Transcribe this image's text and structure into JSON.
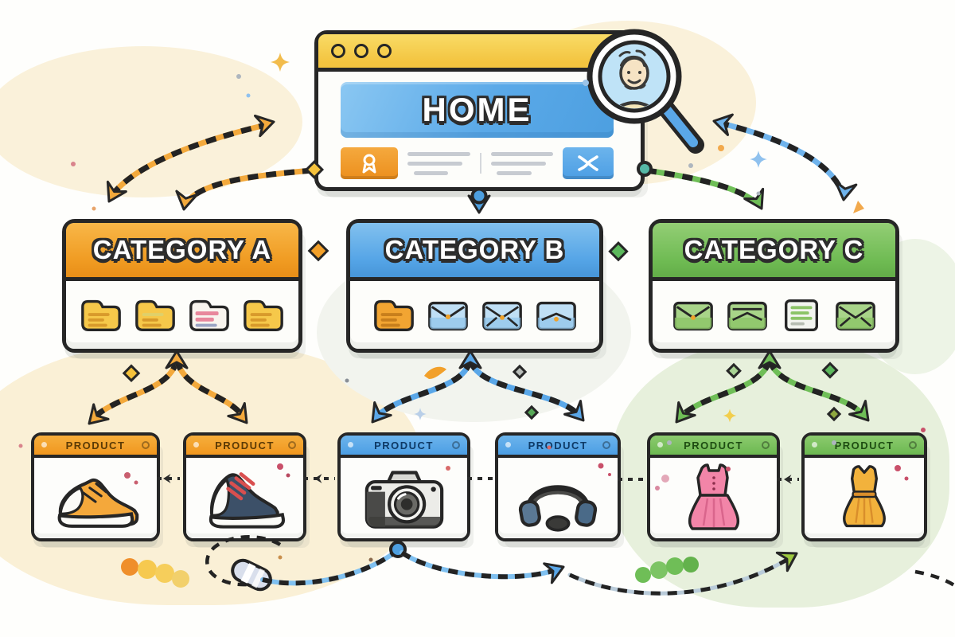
{
  "illustration": {
    "kind": "website-sitemap-cartoon",
    "home": {
      "label": "HOME",
      "window_dots": 3,
      "toolbar": {
        "left_tile_icon": "user-badge-icon",
        "right_tile_icon": "crossed-arrows-icon",
        "placeholder_line_groups": 2
      },
      "magnifier": {
        "icon": "magnifying-glass-icon",
        "content": "person-face-illustration"
      }
    },
    "categories": [
      {
        "label": "CATEGORY A",
        "theme": "orange",
        "accent": "#F09B22",
        "icons": [
          "folder-icon",
          "folder-icon",
          "folder-pink-notes-icon",
          "folder-icon"
        ]
      },
      {
        "label": "CATEGORY B",
        "theme": "blue",
        "accent": "#4C9EE4",
        "icons": [
          "folder-orange-icon",
          "envelope-icon",
          "envelope-icon",
          "envelope-icon"
        ]
      },
      {
        "label": "CATEGORY C",
        "theme": "green",
        "accent": "#6CB851",
        "icons": [
          "envelope-icon",
          "envelope-icon",
          "document-icon",
          "envelope-icon"
        ]
      }
    ],
    "products": [
      {
        "label": "PRODUCT",
        "theme": "orange",
        "item": "yellow-sneaker"
      },
      {
        "label": "PRODUCT",
        "theme": "orange",
        "item": "navy-sneaker"
      },
      {
        "label": "PRODUCT",
        "theme": "blue",
        "item": "camera"
      },
      {
        "label": "PRODUCT",
        "theme": "blue",
        "item": "headphones"
      },
      {
        "label": "PRODUCT",
        "theme": "green",
        "item": "pink-dress"
      },
      {
        "label": "PRODUCT",
        "theme": "green",
        "item": "yellow-dress"
      }
    ],
    "connections": [
      {
        "from": "home",
        "to": "category-a",
        "style": "orange-dashed",
        "bidirectional": true
      },
      {
        "from": "home",
        "to": "category-a",
        "style": "orange-dashed",
        "bidirectional": false
      },
      {
        "from": "home",
        "to": "category-b",
        "style": "blue-dashed",
        "bidirectional": false
      },
      {
        "from": "home",
        "to": "category-c",
        "style": "green-dashed",
        "bidirectional": false
      },
      {
        "from": "home",
        "to": "category-c",
        "style": "blue-dashed",
        "bidirectional": true
      },
      {
        "from": "category-a",
        "to": "product-1,product-2",
        "style": "orange-dashed-branch",
        "bidirectional": true
      },
      {
        "from": "category-b",
        "to": "product-3,product-4",
        "style": "blue-dashed-branch",
        "bidirectional": true
      },
      {
        "from": "category-c",
        "to": "product-5,product-6",
        "style": "green-dashed-branch",
        "bidirectional": true
      },
      {
        "from": "product-3",
        "to": "product-4",
        "style": "blue-dashed-flow",
        "bidirectional": false
      },
      {
        "from": "product-4",
        "to": "product-6",
        "style": "green-dashed-flow",
        "bidirectional": false
      }
    ],
    "decorations": [
      "sparkle-stars",
      "diamonds",
      "paint-splatters",
      "orange-caterpillar",
      "green-caterpillar",
      "capsule-doodle",
      "dashed-loop"
    ],
    "colors": {
      "orange": "#F09B22",
      "blue": "#4C9EE4",
      "green": "#6CB851",
      "outline": "#262626",
      "cream_blob": "#FAF0D6",
      "green_blob": "#E7F0DC"
    }
  }
}
